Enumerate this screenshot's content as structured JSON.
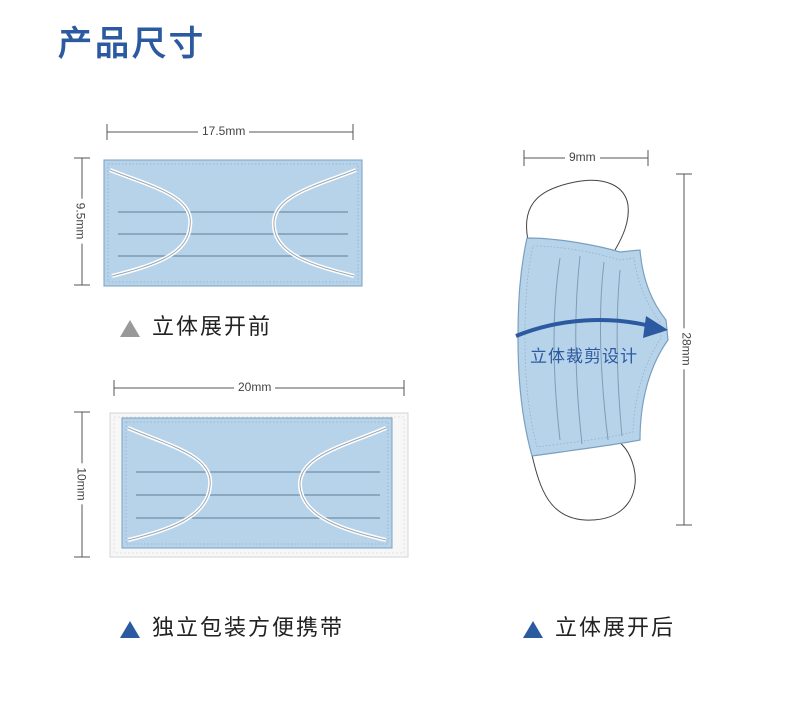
{
  "title": "产品尺寸",
  "flat_mask": {
    "width_label": "17.5mm",
    "height_label": "9.5mm",
    "caption": "立体展开前"
  },
  "packaged_mask": {
    "width_label": "20mm",
    "height_label": "10mm",
    "caption": "独立包装方便携带"
  },
  "unfolded_mask": {
    "width_label": "9mm",
    "height_label": "28mm",
    "feature_label": "立体裁剪设计",
    "caption": "立体展开后"
  },
  "colors": {
    "accent": "#2c5aa0",
    "mask_blue": "#b7d3ea",
    "mask_line": "#6f8fa8",
    "strap": "#ffffff",
    "triangle_gray": "#999999"
  }
}
